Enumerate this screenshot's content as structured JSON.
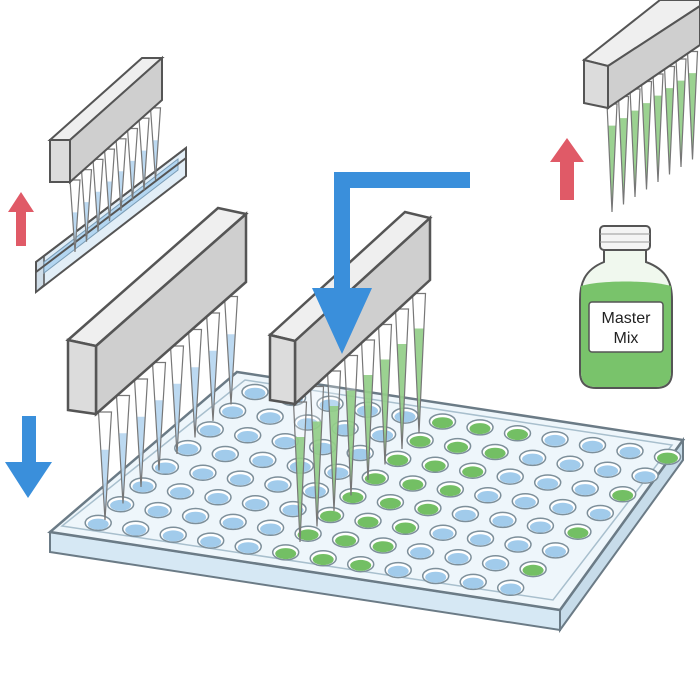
{
  "diagram": {
    "bottle": {
      "label_line1": "Master",
      "label_line2": "Mix"
    },
    "colors": {
      "water_blue": "#9cc8ea",
      "reagent_green": "#6cbc5c",
      "arrow_blue": "#3a8fdb",
      "arrow_red": "#e05a67",
      "pipette_gray": "#d7d7d7",
      "outline": "#555555",
      "plate": "#eef6fb"
    },
    "icons": [
      "arrow-up-icon",
      "arrow-down-icon",
      "bent-arrow-icon",
      "bottle-icon",
      "pipette-icon"
    ],
    "plate": {
      "rows": 8,
      "columns": 12
    }
  }
}
